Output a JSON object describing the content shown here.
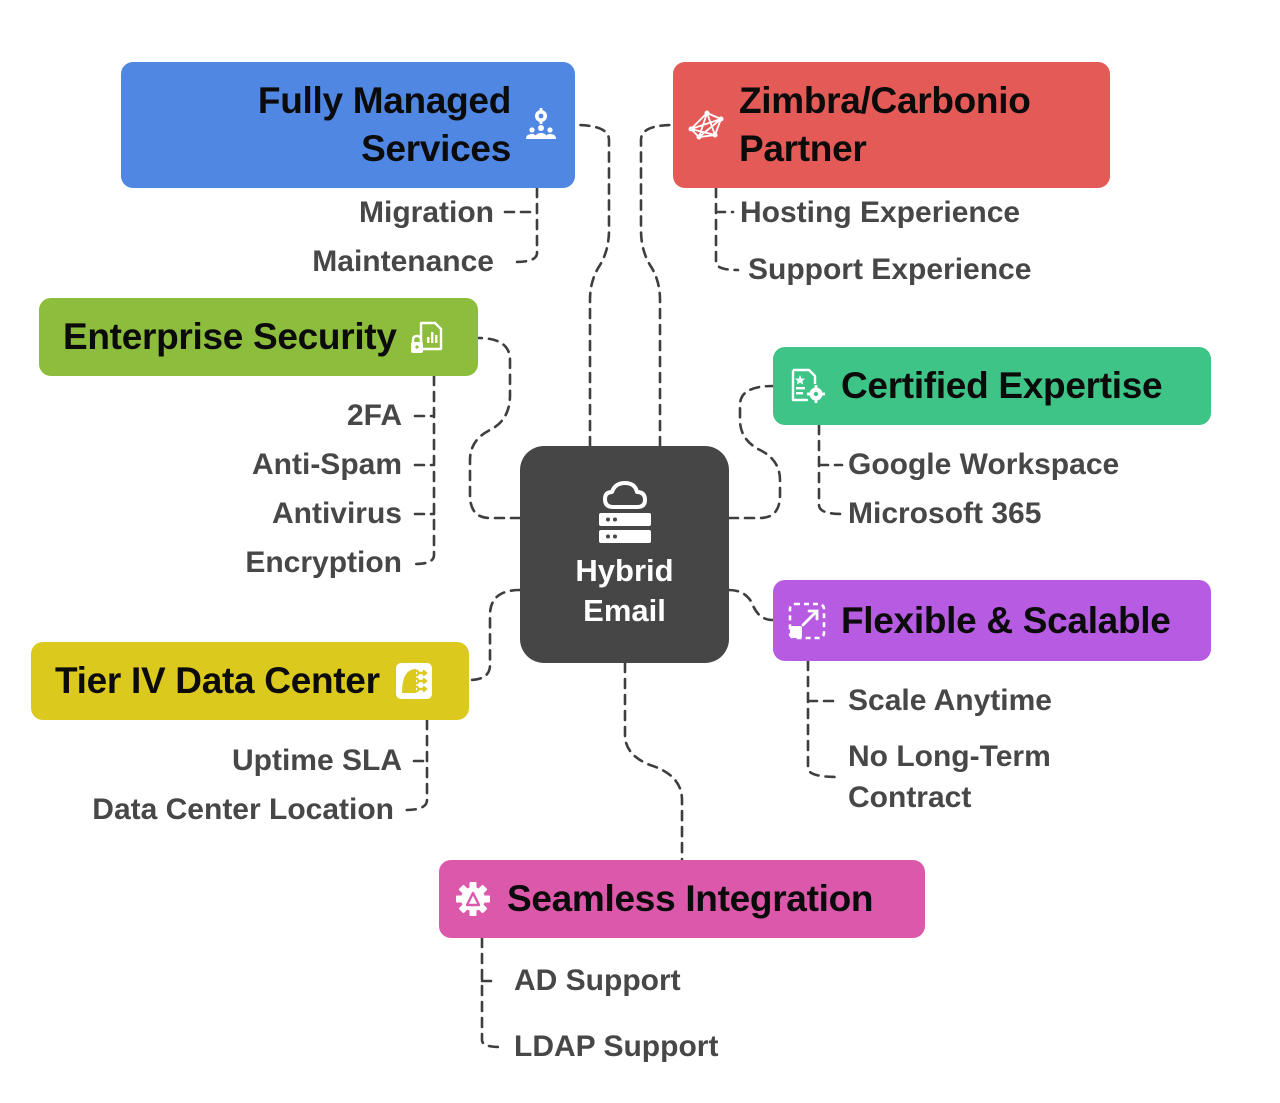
{
  "center": {
    "title_line1": "Hybrid",
    "title_line2": "Email",
    "icon": "cloud-server-icon",
    "color": "#464646"
  },
  "branches": [
    {
      "id": "fully-managed-services",
      "title_line1": "Fully Managed",
      "title_line2": "Services",
      "icon": "team-gear-icon",
      "color": "#4f87e3",
      "items": [
        "Migration",
        "Maintenance"
      ]
    },
    {
      "id": "zimbra-carbonio-partner",
      "title_line1": "Zimbra/Carbonio",
      "title_line2": "Partner",
      "icon": "network-mesh-icon",
      "color": "#e35a57",
      "items": [
        "Hosting Experience",
        "Support Experience"
      ]
    },
    {
      "id": "enterprise-security",
      "title": "Enterprise Security",
      "icon": "lock-document-chart-icon",
      "color": "#8dbd3c",
      "items": [
        "2FA",
        "Anti-Spam",
        "Antivirus",
        "Encryption"
      ]
    },
    {
      "id": "certified-expertise",
      "title": "Certified Expertise",
      "icon": "certificate-gear-icon",
      "color": "#3ec487",
      "items": [
        "Google Workspace",
        "Microsoft 365"
      ]
    },
    {
      "id": "flexible-scalable",
      "title": "Flexible & Scalable",
      "icon": "resize-arrow-icon",
      "color": "#b75be3",
      "items": [
        "Scale Anytime",
        "No Long-Term",
        "Contract"
      ]
    },
    {
      "id": "tier-iv-data-center",
      "title": "Tier IV Data Center",
      "icon": "data-center-icon",
      "color": "#dbc91e",
      "items": [
        "Uptime SLA",
        "Data Center Location"
      ]
    },
    {
      "id": "seamless-integration",
      "title": "Seamless Integration",
      "icon": "gear-integration-icon",
      "color": "#dc58ab",
      "items": [
        "AD Support",
        "LDAP Support"
      ]
    }
  ]
}
